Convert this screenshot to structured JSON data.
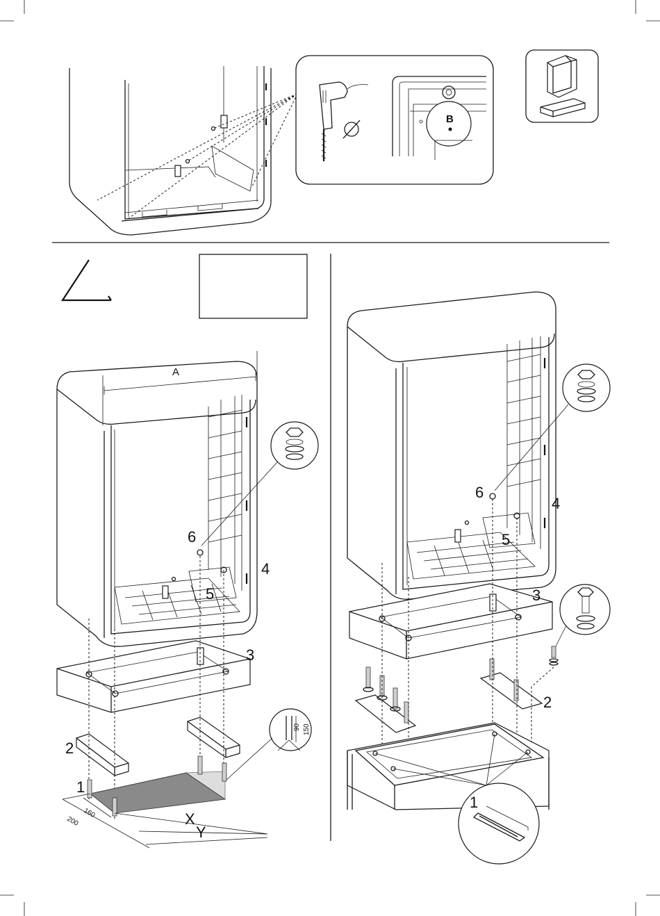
{
  "top": {
    "detail_label_b": "B"
  },
  "left_panel": {
    "dim_a": "A",
    "callouts": {
      "c1": "1",
      "c2": "2",
      "c3": "3",
      "c4": "4",
      "c5": "5",
      "c6": "6"
    },
    "floor_dims": {
      "d160": "160",
      "d200": "200",
      "x": "X",
      "y": "Y"
    },
    "stud_dims": {
      "d90": "90",
      "d150": "150"
    }
  },
  "right_panel": {
    "callouts": {
      "c1": "1",
      "c2": "2",
      "c3": "3",
      "c4": "4",
      "c5": "5",
      "c6": "6"
    }
  },
  "icons": [
    "drill-icon",
    "diameter-icon",
    "spacer-block-icon",
    "warning-corner-icon",
    "nut-washer-icon",
    "bolt-washer-icon"
  ]
}
